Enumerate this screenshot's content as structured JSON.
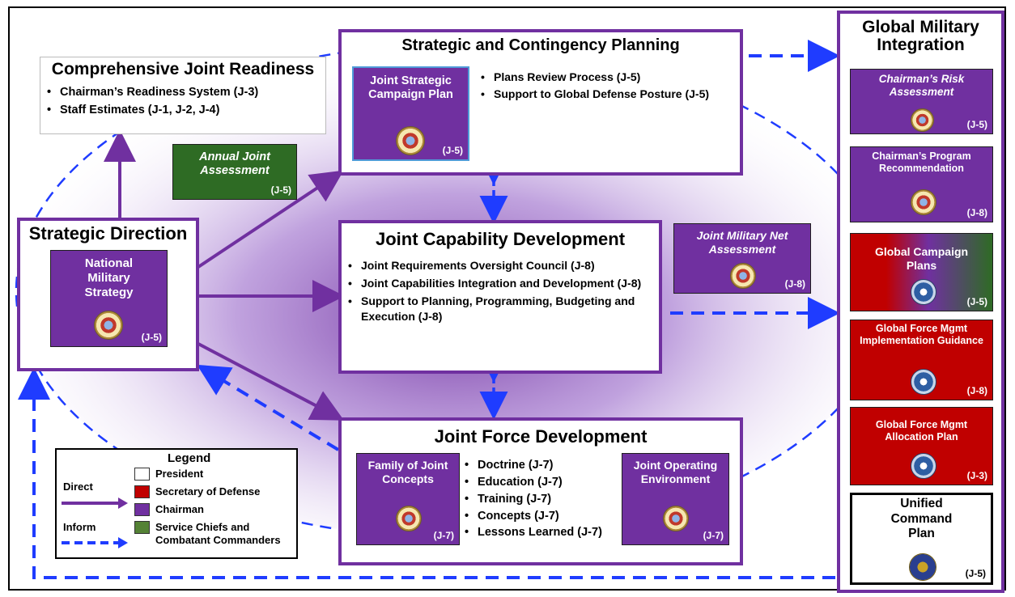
{
  "colors": {
    "chairman": "#7030a0",
    "secdef": "#c00000",
    "service_chiefs": "#2e6b24",
    "president": "#ffffff",
    "inform_arrow": "#1f3cff",
    "direct_arrow": "#7030a0"
  },
  "readiness": {
    "title": "Comprehensive Joint Readiness",
    "items": [
      "Chairman’s Readiness System (J-3)",
      "Staff Estimates (J-1, J-2, J-4)"
    ]
  },
  "annual_joint_assessment": {
    "title": "Annual Joint Assessment",
    "code": "(J-5)"
  },
  "strategic_direction": {
    "title": "Strategic Direction",
    "nms": {
      "title": "National Military Strategy",
      "code": "(J-5)",
      "icon": "chairman-seal-icon"
    }
  },
  "planning": {
    "title": "Strategic and Contingency Planning",
    "jscp": {
      "title": "Joint Strategic Campaign Plan",
      "code": "(J-5)",
      "icon": "chairman-seal-icon"
    },
    "items": [
      "Plans Review Process (J-5)",
      "Support to Global Defense Posture (J-5)"
    ]
  },
  "capability": {
    "title": "Joint Capability Development",
    "items": [
      "Joint Requirements Oversight Council (J-8)",
      "Joint Capabilities Integration and Development (J-8)",
      "Support to Planning, Programming, Budgeting and Execution (J-8)"
    ]
  },
  "net_assessment": {
    "title": "Joint Military Net Assessment",
    "code": "(J-8)",
    "icon": "chairman-seal-icon"
  },
  "force": {
    "title": "Joint Force Development",
    "family": {
      "title": "Family of Joint Concepts",
      "code": "(J-7)",
      "icon": "chairman-seal-icon"
    },
    "environment": {
      "title": "Joint Operating Environment",
      "code": "(J-7)",
      "icon": "chairman-seal-icon"
    },
    "items": [
      "Doctrine (J-7)",
      "Education (J-7)",
      "Training (J-7)",
      "Concepts (J-7)",
      "Lessons Learned (J-7)"
    ]
  },
  "global_integration": {
    "title": "Global Military Integration",
    "cards": [
      {
        "title": "Chairman’s Risk Assessment",
        "code": "(J-5)",
        "type": "chairman",
        "icon": "chairman-seal-icon"
      },
      {
        "title": "Chairman’s Program Recommendation",
        "code": "(J-8)",
        "type": "chairman",
        "icon": "chairman-seal-icon"
      },
      {
        "title": "Global Campaign Plans",
        "code": "(J-5)",
        "type": "mixed",
        "icon": "dod-seal-icon"
      },
      {
        "title": "Global Force Mgmt Implementation Guidance",
        "code": "(J-8)",
        "type": "secdef",
        "icon": "dod-seal-icon"
      },
      {
        "title": "Global Force Mgmt Allocation Plan",
        "code": "(J-3)",
        "type": "secdef",
        "icon": "dod-seal-icon"
      },
      {
        "title": "Unified Command Plan",
        "code": "(J-5)",
        "type": "president",
        "icon": "president-seal-icon"
      }
    ]
  },
  "legend": {
    "title": "Legend",
    "direct": "Direct",
    "inform": "Inform",
    "entries": [
      "President",
      "Secretary of Defense",
      "Chairman",
      "Service Chiefs and Combatant Commanders"
    ]
  }
}
